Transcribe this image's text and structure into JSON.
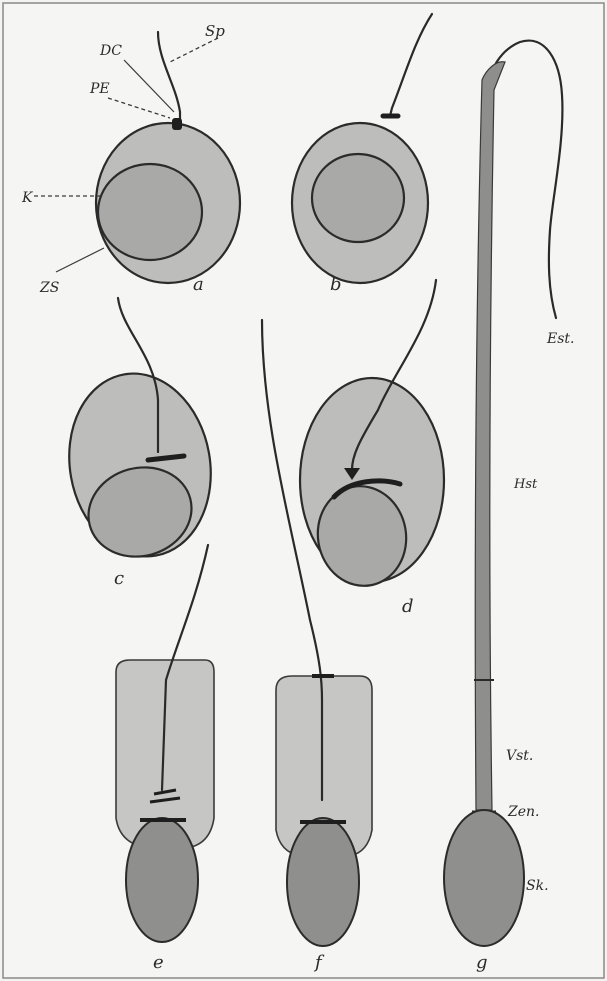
{
  "labels": {
    "sp": "Sp",
    "dc": "DC",
    "pe": "PE",
    "k": "K",
    "zs": "ZS",
    "a": "a",
    "b": "b",
    "c": "c",
    "d": "d",
    "e": "e",
    "f": "f",
    "g": "g",
    "est": "Est.",
    "hst": "Hst",
    "vst": "Vst.",
    "zen": "Zen.",
    "sk": "Sk."
  },
  "colors": {
    "background": "#f3f3f1",
    "cytoplasm": "#bdbdbb",
    "nucleus": "#a9a9a7",
    "head": "#8f8f8d",
    "ink": "#2b2b2b"
  }
}
